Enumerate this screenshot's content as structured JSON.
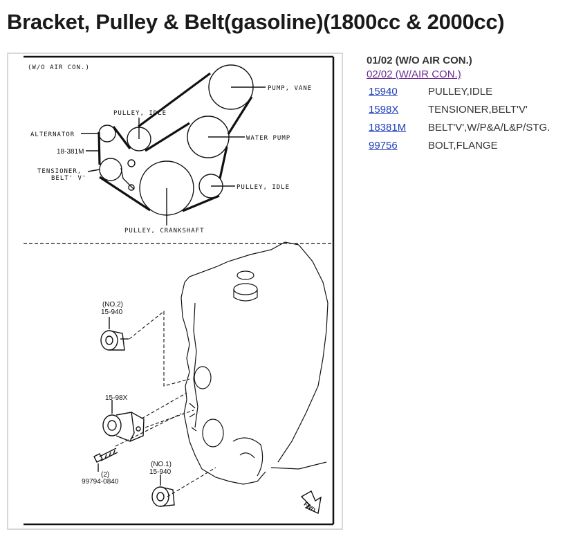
{
  "page": {
    "title": "Bracket, Pulley & Belt(gasoline)(1800cc & 2000cc)"
  },
  "diagram": {
    "header": "(W/O  AIR  CON.)",
    "labels": {
      "pump_vane": "PUMP, VANE",
      "pulley_idle_top": "PULLEY, IDLE",
      "alternator": "ALTERNATOR",
      "belt_callout": "18-381M",
      "water_pump": "WATER PUMP",
      "tensioner_line1": "TENSIONER,",
      "tensioner_line2": "BELT' V'",
      "pulley_idle_right": "PULLEY, IDLE",
      "pulley_crankshaft": "PULLEY, CRANKSHAFT",
      "no2": "(NO.2)",
      "no2_part": "15-940",
      "tensioner_part": "15-98X",
      "bolt_part": "99794-0840",
      "bolt_qty": "(2)",
      "no1": "(NO.1)",
      "no1_part": "15-940",
      "fwd": "FWD"
    }
  },
  "variants": {
    "current": "01/02 (W/O AIR CON.)",
    "other": "02/02 (W/AIR CON.)"
  },
  "parts": [
    {
      "number": "15940",
      "description": "PULLEY,IDLE"
    },
    {
      "number": "1598X",
      "description": "TENSIONER,BELT'V'"
    },
    {
      "number": "18381M",
      "description": "BELT'V',W/P&A/L&P/STG."
    },
    {
      "number": "99756",
      "description": "BOLT,FLANGE"
    }
  ]
}
